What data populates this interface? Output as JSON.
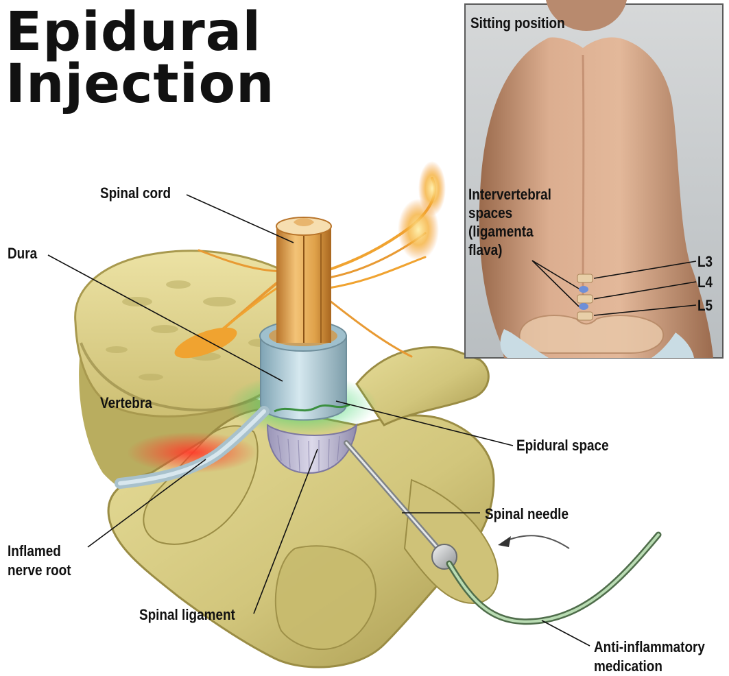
{
  "title": {
    "line1": "Epidural",
    "line2": "Injection"
  },
  "inset": {
    "caption": "Sitting position",
    "intervertebral_label": [
      "Intervertebral",
      "spaces",
      "(ligamenta",
      "flava)"
    ],
    "levels": [
      "L3",
      "L4",
      "L5"
    ]
  },
  "labels": {
    "spinal_cord": "Spinal cord",
    "dura": "Dura",
    "vertebra": "Vertebra",
    "epidural_space": "Epidural space",
    "spinal_needle": "Spinal needle",
    "inflamed_nerve_root": [
      "Inflamed",
      "nerve root"
    ],
    "spinal_ligament": "Spinal ligament",
    "medication": [
      "Anti-inflammatory",
      "medication"
    ]
  },
  "colors": {
    "bone": "#d9cf86",
    "bone_shadow": "#a89a4e",
    "spinal_cord": "#e0a24a",
    "nerves": "#f0a330",
    "dura": "#a9c9d6",
    "epidural_space": "#3fd36a",
    "inflammation": "#f0493a",
    "ligament": "#b9b4cf",
    "needle": "#c7c9cb",
    "catheter": "#8fb98a",
    "skin": "#d9a88a"
  }
}
